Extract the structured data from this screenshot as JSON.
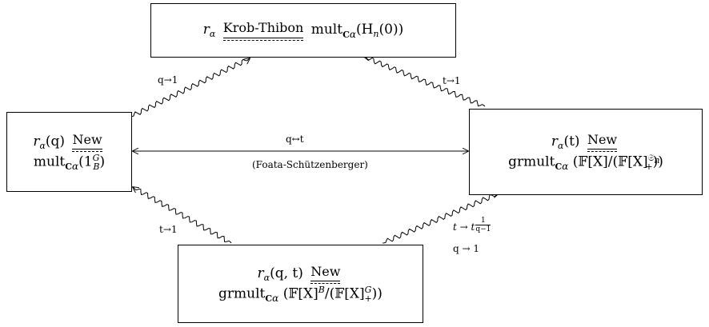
{
  "nodes": {
    "top": {
      "lhs": "r",
      "lhs_sub": "α",
      "link": "Krob-Thibon",
      "rhs_mult": "mult",
      "rhs_sub": "C",
      "rhs_sub2": "α",
      "rhs_tail": "(H",
      "rhs_tail_sub": "n",
      "rhs_tail2": "(0))"
    },
    "left": {
      "lhs": "r",
      "lhs_sub": "α",
      "lhs_arg": "(q)",
      "link": "New",
      "rhs_mult": "mult",
      "rhs_sub": "C",
      "rhs_sub2": "α",
      "rhs_tail": "(1",
      "rhs_tail_sub": "B",
      "rhs_tail_sup": "G",
      "rhs_close": ")"
    },
    "right": {
      "lhs": "r",
      "lhs_sub": "α",
      "lhs_arg": "(t)",
      "link": "New",
      "rhs_mult": "grmult",
      "rhs_sub": "C",
      "rhs_sub2": "α",
      "rhs_tail": "(𝔽[X]/(𝔽[X]",
      "rhs_tail_sup": "𝔖",
      "rhs_tail_sup2": "n",
      "rhs_tail_sub": "+",
      "rhs_close": "))"
    },
    "bottom": {
      "lhs": "r",
      "lhs_sub": "α",
      "lhs_arg": "(q, t)",
      "link": "New",
      "rhs_mult": "grmult",
      "rhs_sub": "C",
      "rhs_sub2": "α",
      "rhs_tail": "(𝔽[X]",
      "rhs_tail_sup": "B",
      "rhs_mid": "/(𝔽[X]",
      "rhs_mid_sup": "G",
      "rhs_mid_sub": "+",
      "rhs_close": "))"
    }
  },
  "edges": {
    "left_top": "q→1",
    "right_top": "t→1",
    "middle": "q↔t",
    "middle_note": "(Foata-Schützenberger)",
    "left_bottom": "t→1",
    "bottom_right_1_pre": "t → t",
    "bottom_right_1_num": "1",
    "bottom_right_1_den": "q−1",
    "bottom_right_2": "q → 1"
  }
}
